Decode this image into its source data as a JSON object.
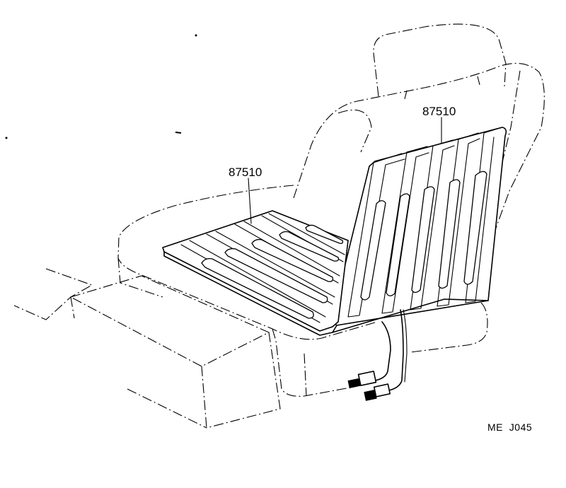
{
  "labels": {
    "back_heater_part": "87510",
    "cushion_heater_part": "87510",
    "diagram_code": "ME  J045"
  }
}
